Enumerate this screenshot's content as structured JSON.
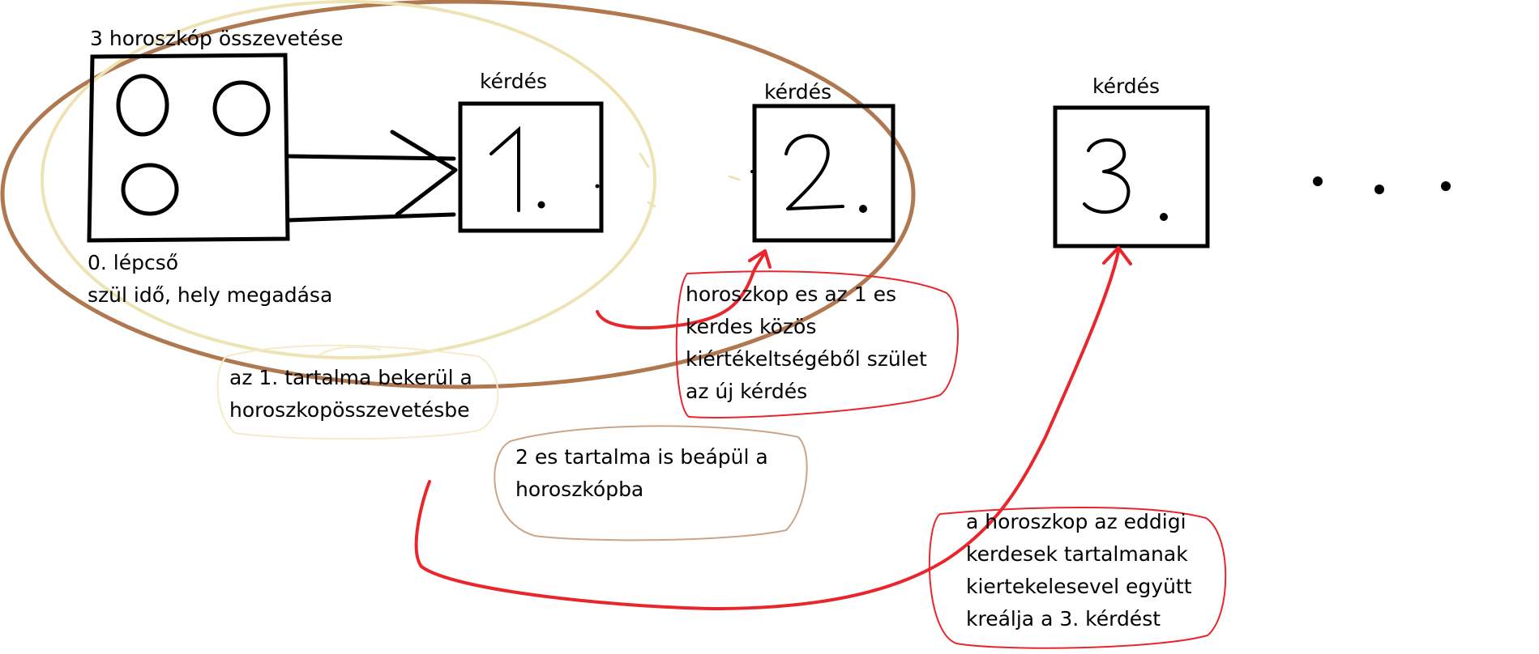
{
  "diagram": {
    "title_top_left": "3 horoszkóp összevetése",
    "step_zero": {
      "line1": "0. lépcső",
      "line2": "szül idő, hely megadása"
    },
    "question_label": "kérdés",
    "boxes": [
      {
        "number": "1."
      },
      {
        "number": "2."
      },
      {
        "number": "3."
      }
    ],
    "ellipsis": ". . .",
    "notes": {
      "note1": {
        "line1": "az 1. tartalma bekerül a",
        "line2": "horoszkopösszevetésbe"
      },
      "note2": {
        "line1": "2 es tartalma is beápül a",
        "line2": "horoszkópba"
      },
      "note3": {
        "line1": "horoszkop es az 1 es",
        "line2": "kerdes közös",
        "line3": "kiértékeltségéből szület",
        "line4": "az új kérdés"
      },
      "note4": {
        "line1": "a horoszkop az eddigi",
        "line2": "kerdesek tartalmanak",
        "line3": "kiertekelesevel együtt",
        "line4": "kreálja a 3. kérdést"
      }
    },
    "colors": {
      "ink": "#000000",
      "red": "#e8262c",
      "brown": "#b07850",
      "beige": "#ede3b4",
      "beige_light": "#f3ebcb",
      "brown_light": "#c9a58a"
    }
  }
}
